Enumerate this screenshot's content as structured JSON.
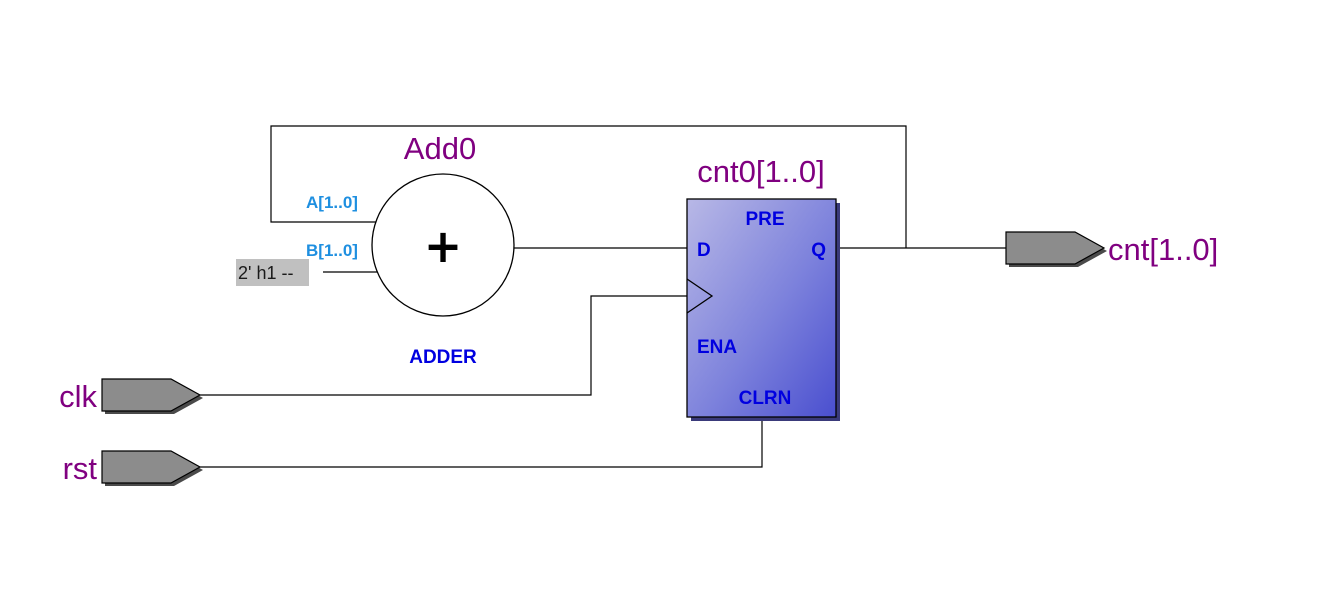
{
  "adder": {
    "instance_name": "Add0",
    "type_label": "ADDER",
    "operator": "+",
    "pin_a": "A[1..0]",
    "pin_b": "B[1..0]",
    "constant": "2' h1 --"
  },
  "register": {
    "instance_name": "cnt0[1..0]",
    "pin_pre": "PRE",
    "pin_d": "D",
    "pin_q": "Q",
    "pin_ena": "ENA",
    "pin_clrn": "CLRN"
  },
  "ports": {
    "inputs": [
      "clk",
      "rst"
    ],
    "output": "cnt[1..0]"
  },
  "colors": {
    "instance_label": "#800080",
    "adder_pins": "#1e8fe0",
    "register_pins": "#0000e0",
    "register_fill_light": "#b4b4e4",
    "register_fill_dark": "#4a50d0",
    "port_fill": "#8c8c8c",
    "constant_bg": "#c0c0c0"
  }
}
